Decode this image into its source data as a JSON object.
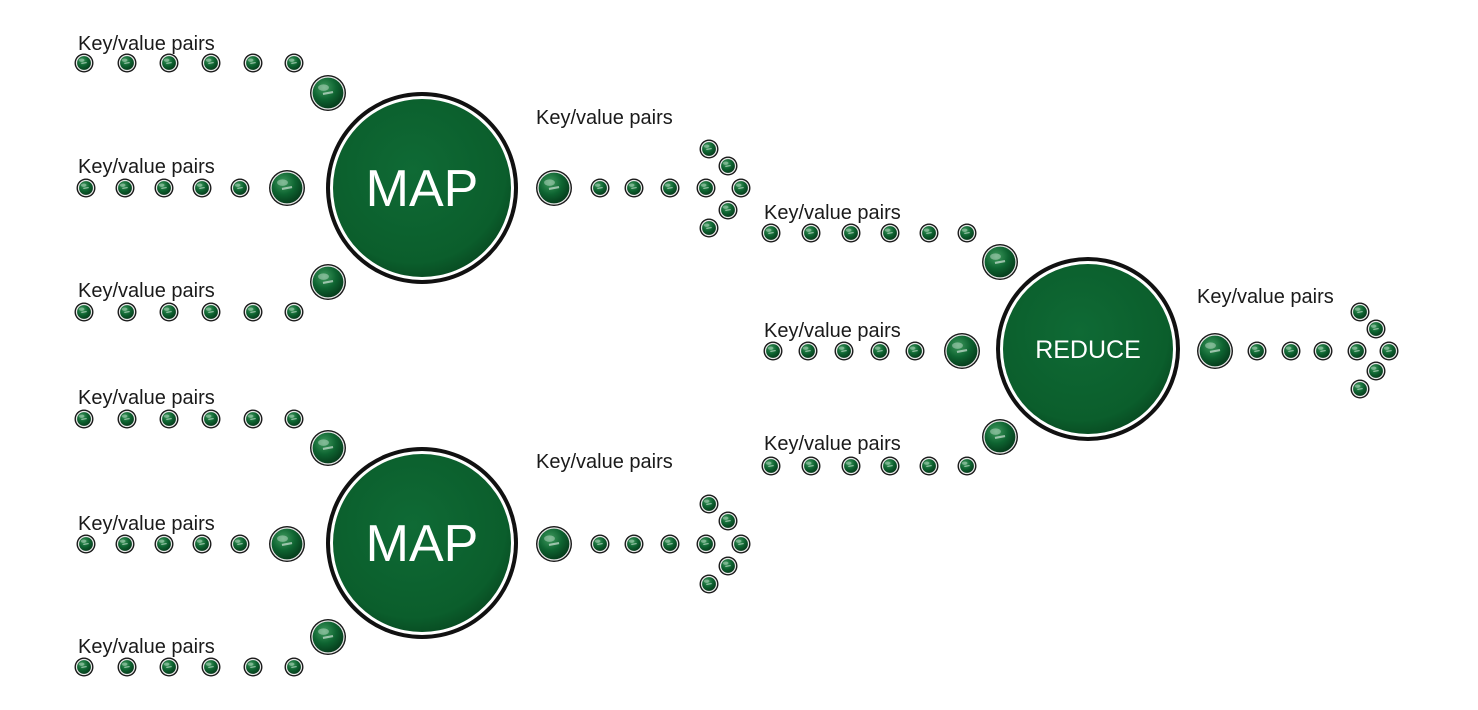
{
  "diagram": {
    "colors": {
      "node_fill": "#0b5e2c",
      "node_highlight": "#2f8a4f",
      "outline": "#1a1a1a",
      "background": "#ffffff"
    },
    "map_nodes": [
      {
        "label": "MAP",
        "input_labels": [
          "Key/value pairs",
          "Key/value pairs",
          "Key/value pairs"
        ],
        "output_label": "Key/value pairs"
      },
      {
        "label": "MAP",
        "input_labels": [
          "Key/value pairs",
          "Key/value pairs",
          "Key/value pairs"
        ],
        "output_label": "Key/value pairs"
      }
    ],
    "reduce_node": {
      "label": "REDUCE",
      "input_labels": [
        "Key/value pairs",
        "Key/value pairs",
        "Key/value pairs"
      ],
      "output_label": "Key/value pairs"
    }
  }
}
